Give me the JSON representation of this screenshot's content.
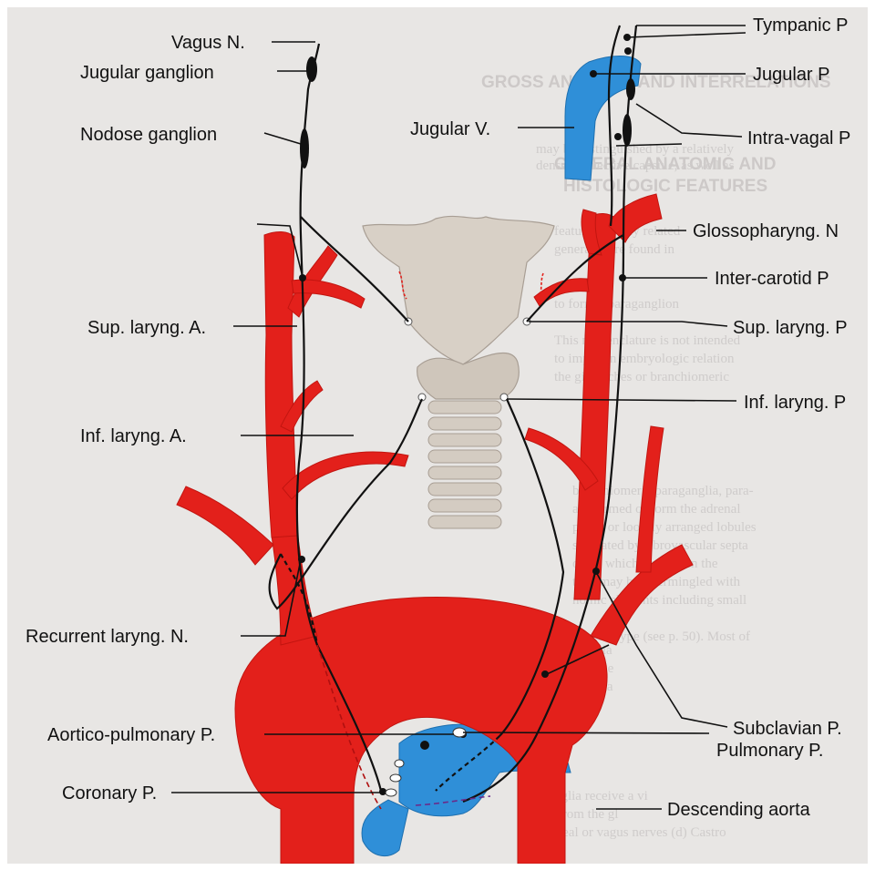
{
  "labels_left": {
    "vagus": "Vagus N.",
    "jugular_ganglion": "Jugular ganglion",
    "nodose_ganglion": "Nodose ganglion",
    "jugular_vein": "Jugular V.",
    "sup_laryng_a": "Sup. laryng. A.",
    "inf_laryng_a": "Inf. laryng. A.",
    "recurrent_laryng_n": "Recurrent laryng. N.",
    "aortico_pulmonary_p": "Aortico-pulmonary P.",
    "coronary_p": "Coronary P."
  },
  "labels_right": {
    "tympanic_p": "Tympanic P",
    "jugular_p": "Jugular P",
    "intra_vagal_p": "Intra-vagal P",
    "glossopharyng_n": "Glossopharyng. N",
    "inter_carotid_p": "Inter-carotid P",
    "sup_laryng_p": "Sup. laryng. P",
    "inf_laryng_p": "Inf. laryng. P",
    "subclavian_p": "Subclavian P.",
    "pulmonary_p": "Pulmonary P.",
    "descending_aorta": "Descending aorta"
  },
  "colors": {
    "artery": "#e3201b",
    "vein": "#2f8fd8",
    "larynx": "#d8d0c6",
    "nerve": "#111111",
    "paper": "#e8e6e4"
  }
}
